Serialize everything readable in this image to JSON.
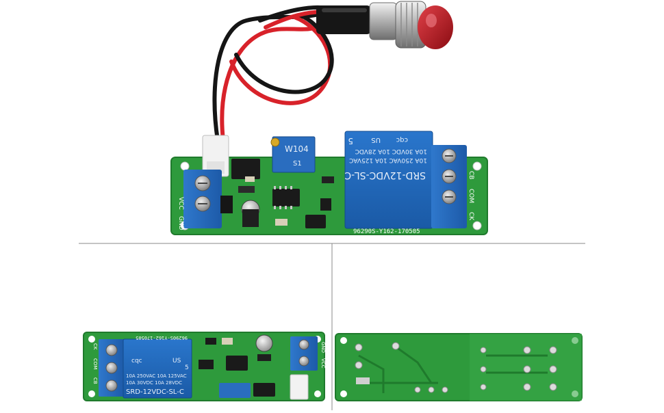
{
  "colors": {
    "pcb": "#2e9a3c",
    "pcb_dark": "#1f7a2c",
    "relay_blue": "#1f66b8",
    "terminal_blue": "#2a6dbf",
    "wire_red": "#d8222a",
    "wire_black": "#151515",
    "button_red": "#b8141c",
    "chrome": "#c9c9c9",
    "divider": "#8a8a8a"
  },
  "top_board": {
    "relay_label_1": "SRD-12VDC-SL-C",
    "relay_label_2": "10A 250VAC  10A 125VAC",
    "relay_label_3": "10A 30VDC  10A 28VDC",
    "relay_number": "5",
    "relay_mark_1": "cqc",
    "relay_mark_2": "US",
    "pot_label": "W104",
    "pot_sub": "S1",
    "serial": "96290S-Y162-170505",
    "label_vcc": "VCC",
    "label_gnd": "GND",
    "label_cb": "CB",
    "label_com": "COM",
    "label_ck": "CK"
  },
  "bottom_left_board": {
    "relay_label_1": "SRD-12VDC-SL-C",
    "relay_label_2": "10A 250VAC  10A 125VAC",
    "relay_label_3": "10A 30VDC  10A 28VDC",
    "relay_mark_1": "cqc",
    "relay_mark_2": "US",
    "relay_number": "5",
    "serial": "96290S-Y162-170505",
    "label_ck": "CK",
    "label_com": "COM",
    "label_cb": "CB",
    "label_gnd": "GND",
    "label_vcc": "VCC"
  }
}
